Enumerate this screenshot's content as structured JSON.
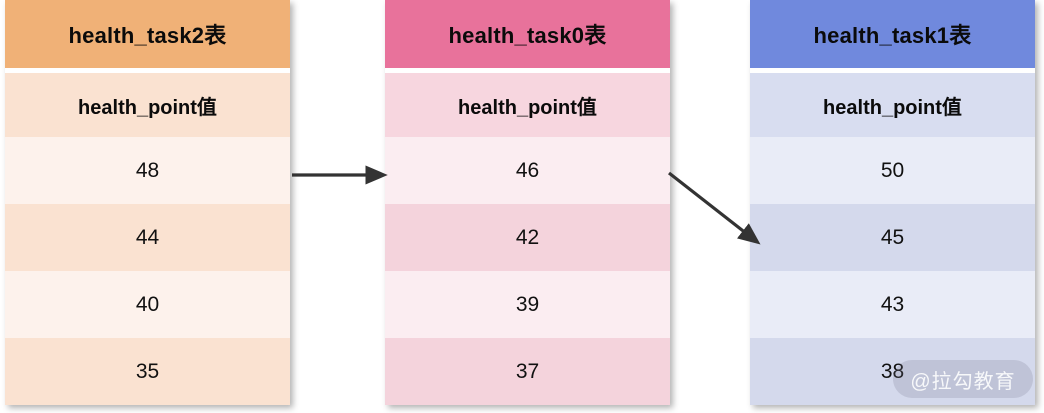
{
  "diagram": {
    "type": "table-flow",
    "background": "#ffffff",
    "tables": [
      {
        "id": "health_task2",
        "title": "health_task2表",
        "column_header": "health_point值",
        "header_color": "#F0B177",
        "colhead_color": "#FAE2D1",
        "row_color_odd": "#FDF2EC",
        "row_color_even": "#FAE2D1",
        "values": [
          "48",
          "44",
          "40",
          "35"
        ]
      },
      {
        "id": "health_task0",
        "title": "health_task0表",
        "column_header": "health_point值",
        "header_color": "#E8729B",
        "colhead_color": "#F7D6DF",
        "row_color_odd": "#FBEDF1",
        "row_color_even": "#F4D3DC",
        "values": [
          "46",
          "42",
          "39",
          "37"
        ]
      },
      {
        "id": "health_task1",
        "title": "health_task1表",
        "column_header": "health_point值",
        "header_color": "#7089DD",
        "colhead_color": "#D8DDF0",
        "row_color_odd": "#E9ECF7",
        "row_color_even": "#D4D9EC",
        "values": [
          "50",
          "45",
          "43",
          "38"
        ]
      }
    ],
    "arrows": [
      {
        "id": "arrow-task2-to-task0",
        "label": "",
        "from": "health_task2",
        "to": "health_task0",
        "style": "horizontal",
        "color": "#333333"
      },
      {
        "id": "arrow-task0-to-task1",
        "label": "",
        "from": "health_task0",
        "to": "health_task1",
        "style": "diagonal-down",
        "color": "#333333"
      }
    ]
  },
  "watermark": {
    "text": "@拉勾教育"
  }
}
